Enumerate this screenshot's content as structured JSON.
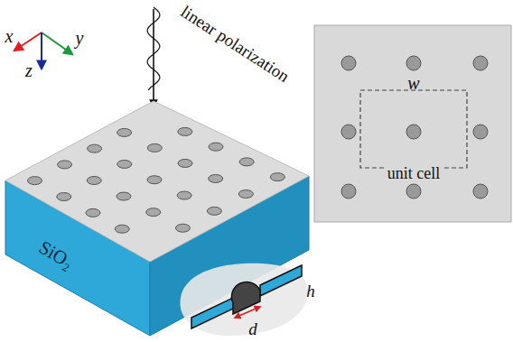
{
  "diagram": {
    "labels": [
      "x",
      "y",
      "z",
      "linear polarization",
      "SiO₂",
      "w",
      "unit cell",
      "h",
      "d"
    ]
  }
}
